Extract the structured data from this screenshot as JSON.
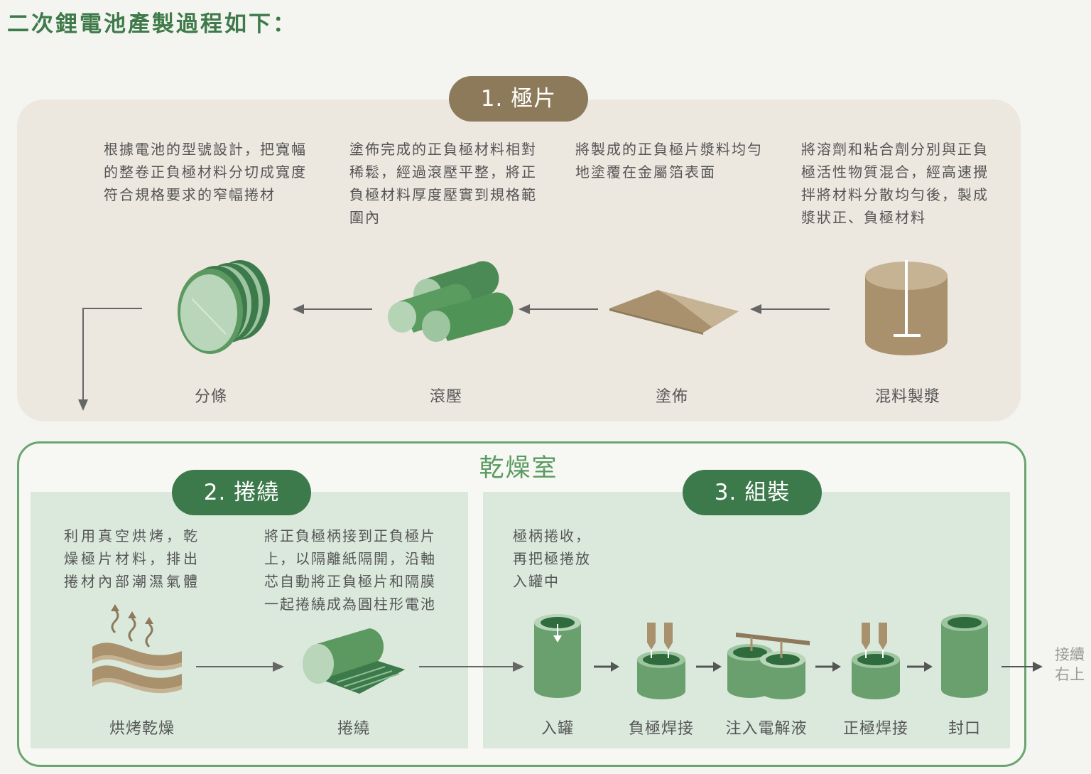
{
  "page_title": "二次鋰電池產製過程如下：",
  "sections": {
    "electrode": {
      "pill": "1. 極片",
      "steps": {
        "slitting": {
          "label": "分條",
          "desc": "根據電池的型號設計，把寬幅\n的整卷正負極材料分切成寬度\n符合規格要求的窄幅捲材"
        },
        "rolling": {
          "label": "滾壓",
          "desc": "塗佈完成的正負極材料相對\n稀鬆，經過滾壓平整，將正\n負極材料厚度壓實到規格範\n圍內"
        },
        "coating": {
          "label": "塗佈",
          "desc": "將製成的正負極片漿料均勻\n地塗覆在金屬箔表面"
        },
        "mixing": {
          "label": "混料製漿",
          "desc": "將溶劑和粘合劑分別與正負\n極活性物質混合，經高速攪\n拌將材料分散均勻後，製成\n漿狀正、負極材料"
        }
      }
    },
    "dry_room": {
      "title": "乾燥室",
      "winding": {
        "pill": "2. 捲繞",
        "steps": {
          "baking": {
            "label": "烘烤乾燥",
            "desc": "利用真空烘烤，乾\n燥極片材料，排出\n捲材內部潮濕氣體"
          },
          "winding": {
            "label": "捲繞",
            "desc": "將正負極柄接到正負極片\n上，以隔離紙隔開，沿軸\n芯自動將正負極片和隔膜\n一起捲繞成為圓柱形電池"
          }
        }
      },
      "assembly": {
        "pill": "3. 組裝",
        "desc": "極柄捲收，\n再把極捲放\n入罐中",
        "steps": {
          "canning": "入罐",
          "negative_weld": "負極焊接",
          "electrolyte": "注入電解液",
          "positive_weld": "正極焊接",
          "sealing": "封口"
        }
      }
    }
  },
  "continue_note": "接續\n右上",
  "colors": {
    "title_green": "#3e7a4a",
    "electrode_bg": "#ece7df",
    "brown_pill": "#8c7a5a",
    "green_pill": "#3d7a4b",
    "dry_panel": "#dbe9dd",
    "dry_border": "#6aa56f"
  }
}
